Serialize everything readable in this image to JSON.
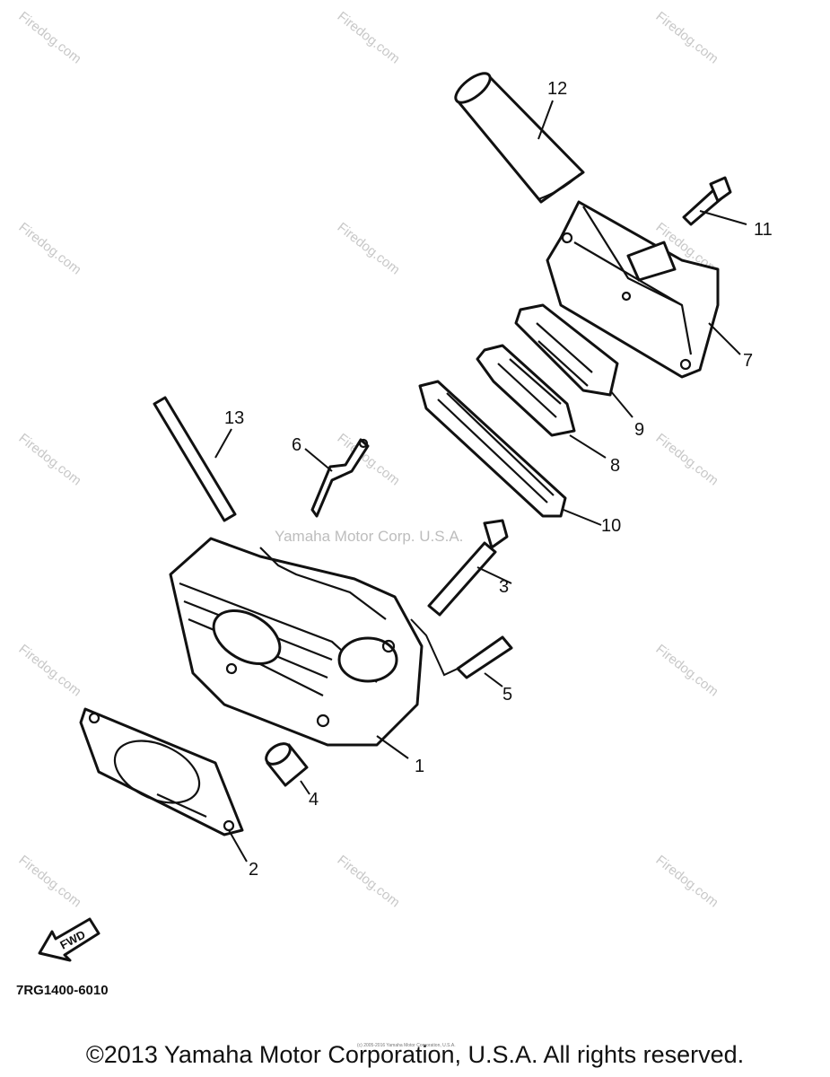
{
  "diagram": {
    "callouts": [
      "1",
      "2",
      "3",
      "4",
      "5",
      "6",
      "7",
      "8",
      "9",
      "10",
      "11",
      "12",
      "13"
    ],
    "watermark_brand": "Firedog.com",
    "watermark_center": "Yamaha Motor Corp. U.S.A.",
    "direction_label": "FWD",
    "diagram_code": "7RG1400-6010",
    "fine_print": "(c) 2005-2016 Yamaha Motor Corporation, U.S.A."
  },
  "footer": {
    "copyright": "©2013 Yamaha Motor Corporation, U.S.A. All rights reserved."
  }
}
